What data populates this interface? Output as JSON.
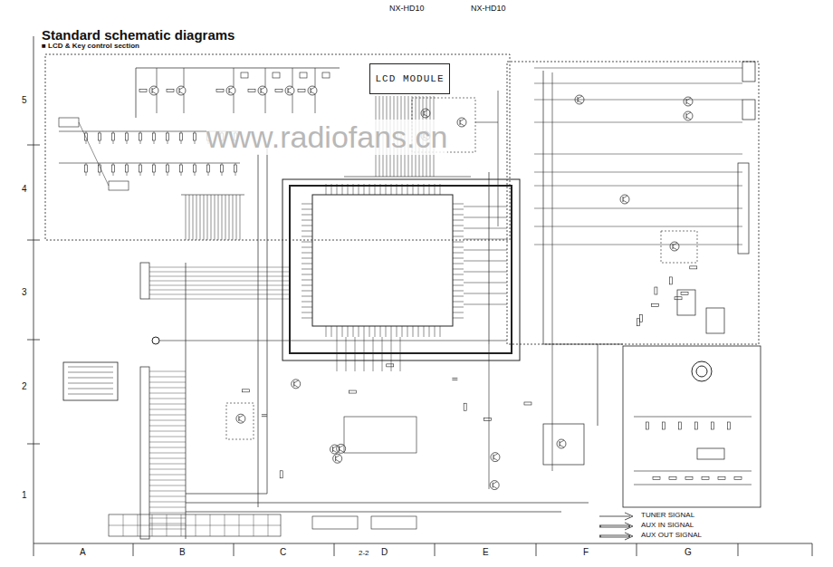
{
  "diagram": {
    "title": "Standard schematic diagrams",
    "nodes": [
      {
        "text": [
          "LCD MODULE"
        ]
      }
    ],
    "labels": [
      "NX-HD10",
      "NX-HD10",
      "■ LCD & Key control section",
      "5",
      "4",
      "3",
      "2",
      "1",
      "A",
      "B",
      "C",
      "D",
      "E",
      "F",
      "G",
      "2-2",
      "www.radiofans.cn"
    ],
    "legend": [
      {
        "text": "TUNER SIGNAL"
      },
      {
        "text": "AUX IN SIGNAL"
      },
      {
        "text": "AUX OUT SIGNAL"
      }
    ]
  }
}
